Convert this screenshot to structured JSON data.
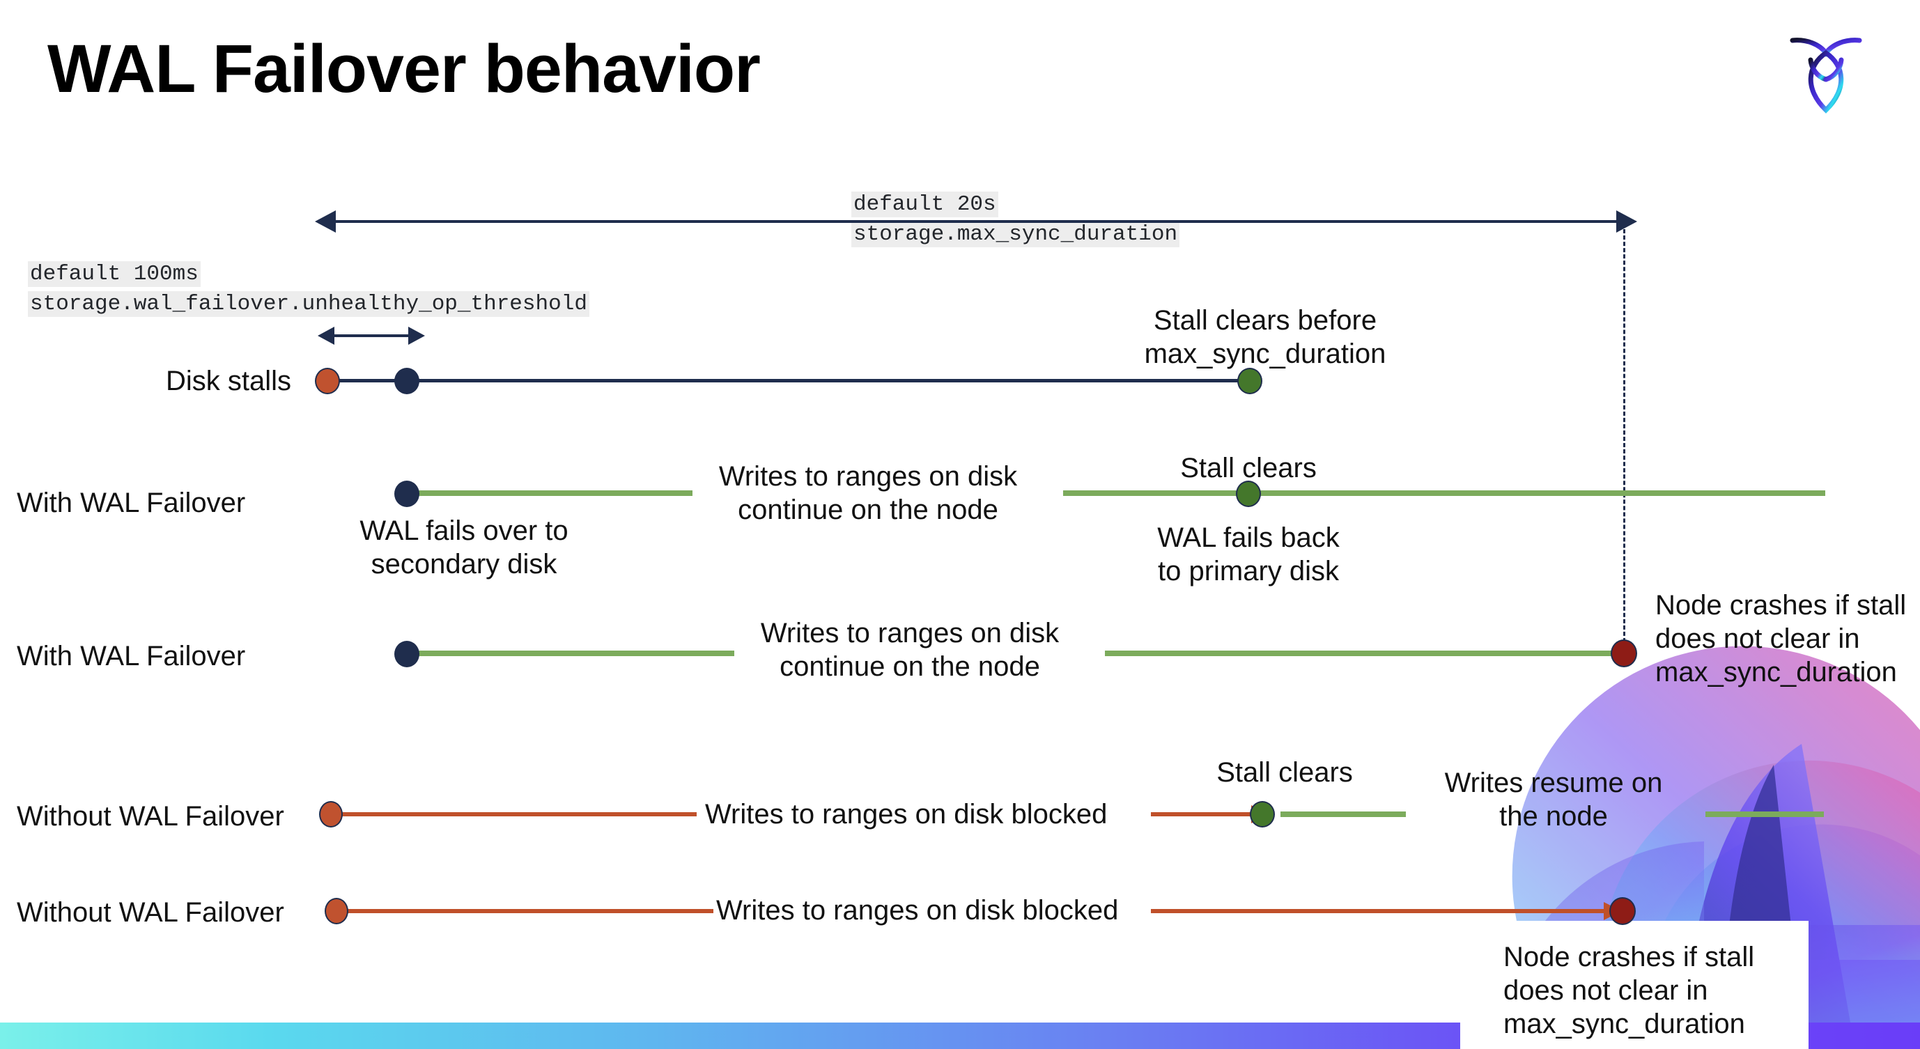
{
  "slide": {
    "title": "WAL Failover behavior",
    "logo_name": "cockroachdb-logo"
  },
  "annotations": {
    "max_sync": {
      "line1": "default 20s",
      "line2": "storage.max_sync_duration"
    },
    "unhealthy_op": {
      "line1": "default 100ms",
      "line2": "storage.wal_failover.unhealthy_op_threshold"
    }
  },
  "rows": [
    {
      "label": "Disk stalls",
      "notes": [
        {
          "id": "stall-clears-before",
          "line1": "Stall clears before",
          "line2": "max_sync_duration"
        }
      ]
    },
    {
      "label": "With WAL Failover",
      "notes": [
        {
          "id": "writes-continue-1",
          "line1": "Writes to ranges on disk",
          "line2": "continue on the node"
        },
        {
          "id": "wal-fails-over",
          "line1": "WAL fails over to",
          "line2": "secondary disk"
        },
        {
          "id": "stall-clears-1",
          "line1": "Stall clears",
          "line2": ""
        },
        {
          "id": "wal-fails-back",
          "line1": "WAL fails  back",
          "line2": "to primary disk"
        }
      ]
    },
    {
      "label": "With WAL Failover",
      "notes": [
        {
          "id": "writes-continue-2",
          "line1": "Writes to ranges on disk",
          "line2": "continue on the node"
        },
        {
          "id": "node-crashes-1",
          "line1": "Node crashes if stall",
          "line2": "does not clear in",
          "line3": "max_sync_duration"
        }
      ]
    },
    {
      "label": "Without WAL Failover",
      "notes": [
        {
          "id": "writes-blocked-1",
          "line1": "Writes to ranges on disk  blocked",
          "line2": ""
        },
        {
          "id": "stall-clears-2",
          "line1": "Stall clears",
          "line2": ""
        },
        {
          "id": "writes-resume",
          "line1": "Writes resume on",
          "line2": "the node"
        }
      ]
    },
    {
      "label": "Without WAL Failover",
      "notes": [
        {
          "id": "writes-blocked-2",
          "line1": "Writes to ranges on disk  blocked",
          "line2": ""
        },
        {
          "id": "node-crashes-2",
          "line1": "Node crashes if stall",
          "line2": "does not clear in",
          "line3": "max_sync_duration"
        }
      ]
    }
  ],
  "colors": {
    "navy": "#1f2d4d",
    "green_line": "#7cab5c",
    "green_dot": "#44772b",
    "orange_line": "#c0502a",
    "orange_dot": "#c0522f",
    "dark_red_dot": "#8e1c16",
    "code_bg": "#ededed",
    "bottom_bar_start": "#7af0ea",
    "bottom_bar_end": "#6a3df8"
  }
}
